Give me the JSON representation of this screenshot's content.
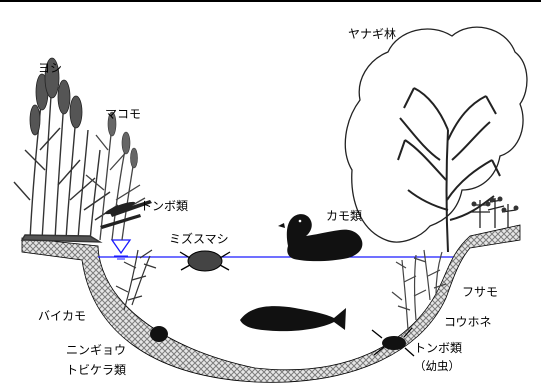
{
  "labels": {
    "reed": "ヨシ",
    "wild_rice": "マコモ",
    "dragonfly": "トンボ類",
    "whirligig": "ミズスマシ",
    "duck": "カモ類",
    "willow_forest": "ヤナギ林",
    "water_crowfoot": "バイカモ",
    "fusamo": "フサモ",
    "koukohone": "コウホネ",
    "goby": "ニンギョウ",
    "caddisfly": "トビケラ類",
    "dragonfly_larva": "トンボ類",
    "larva_note": "（幼虫）"
  },
  "colors": {
    "water_line": "#1a1aff",
    "ink": "#000000",
    "soil_pattern": "#8a8a8a"
  },
  "icons": {
    "water_level": "water-level-triangle-icon"
  }
}
